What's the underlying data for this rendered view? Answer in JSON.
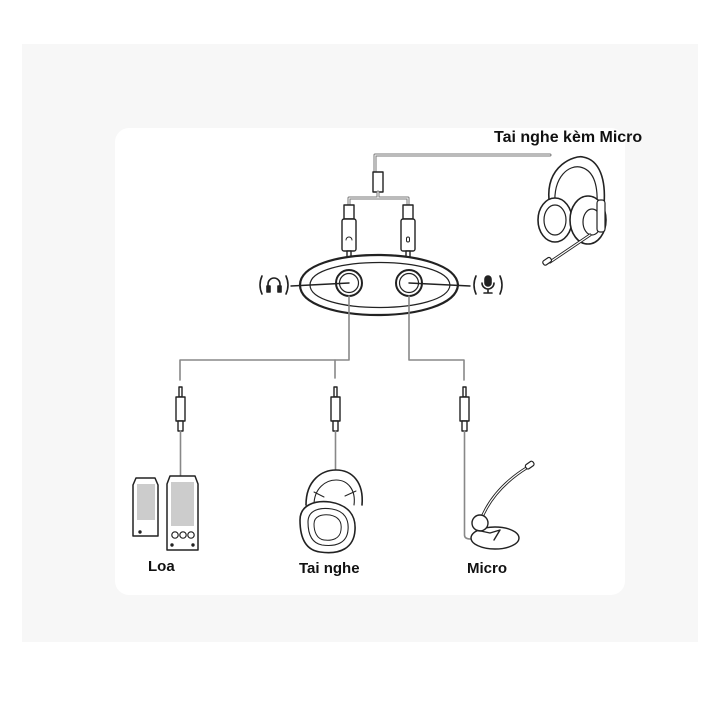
{
  "diagram": {
    "title": "Audio splitter / adapter connection diagram",
    "labels": {
      "headset": "Tai nghe kèm Micro",
      "speakers": "Loa",
      "headphones": "Tai nghe",
      "microphone": "Micro"
    },
    "ports": [
      {
        "name": "headphone-port",
        "icon": "headphone-icon"
      },
      {
        "name": "microphone-port",
        "icon": "microphone-icon"
      }
    ],
    "connections": [
      {
        "from": "headset",
        "to": "headphone-port"
      },
      {
        "from": "headset",
        "to": "microphone-port"
      },
      {
        "from": "headphone-port",
        "to": "speakers"
      },
      {
        "from": "headphone-port",
        "to": "headphones"
      },
      {
        "from": "microphone-port",
        "to": "microphone"
      }
    ],
    "colors": {
      "background": "#ffffff",
      "panel": "#f7f7f7",
      "card": "#ffffff",
      "line": "#222222",
      "cable": "#8a8a8a"
    }
  }
}
